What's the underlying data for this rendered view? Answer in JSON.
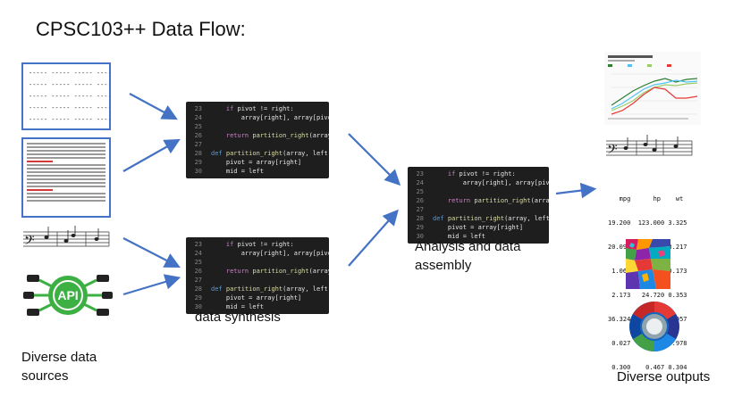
{
  "title": "CPSC103++ Data Flow:",
  "labels": {
    "sources": "Diverse data\nsources",
    "synthesis": "data synthesis",
    "analysis": "Analysis and data\nassembly",
    "outputs": "Diverse outputs"
  },
  "code_snippet": {
    "lines": [
      {
        "n": "23",
        "text": "    if pivot != right:"
      },
      {
        "n": "24",
        "text": "        array[right], array[pivot] = ar"
      },
      {
        "n": "25",
        "text": ""
      },
      {
        "n": "26",
        "text": "    return partition_right(array, left,"
      },
      {
        "n": "27",
        "text": ""
      },
      {
        "n": "28",
        "text": "def partition_right(array, left, right,"
      },
      {
        "n": "29",
        "text": "    pivot = array[right]"
      },
      {
        "n": "30",
        "text": "    mid = left"
      }
    ]
  },
  "api_icon": {
    "label": "API"
  },
  "output_table": {
    "header": "   mpg      hp    wt",
    "rows": [
      "19.200  123.000 3.325",
      "20.091  146.688 3.217",
      " 1.065   12.120 0.173",
      " 2.173   24.720 0.353",
      "36.324 4700.867 0.957",
      " 0.027   68.563 0.978",
      " 0.300    0.467 0.304"
    ]
  },
  "colors": {
    "arrow": "#4472c4",
    "api_green": "#3cb043",
    "code_bg": "#1e1e1e"
  }
}
